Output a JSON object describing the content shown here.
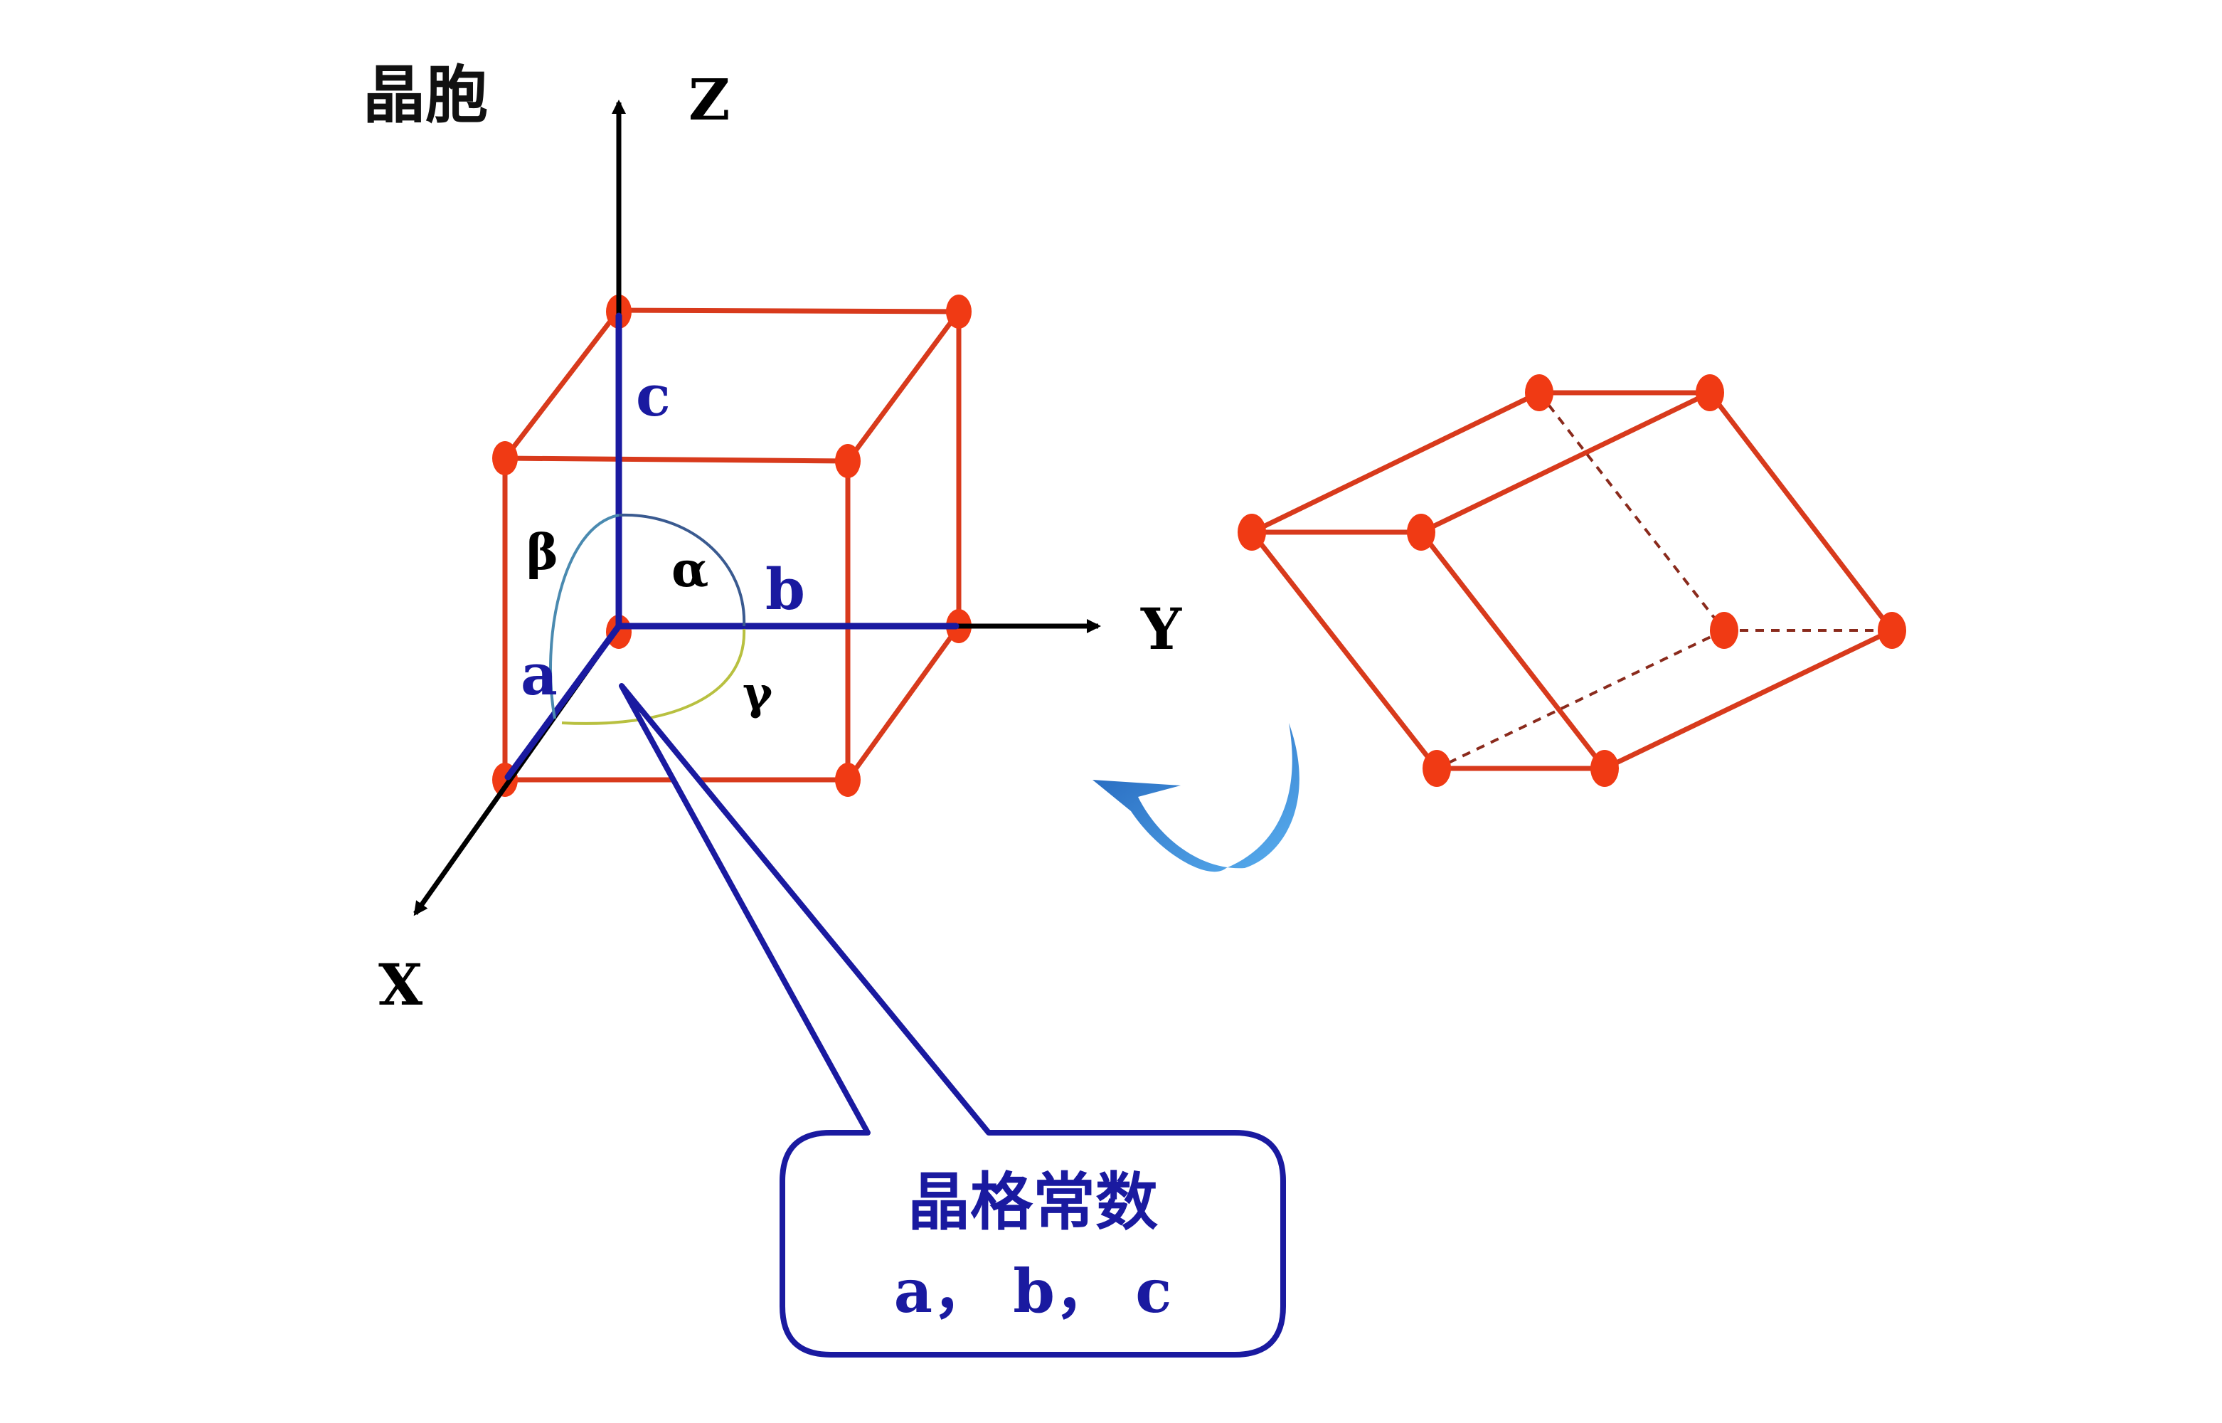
{
  "title": "晶胞",
  "axes": {
    "z": "Z",
    "y": "Y",
    "x": "X"
  },
  "edges": {
    "a": "a",
    "b": "b",
    "c": "c"
  },
  "angles": {
    "alpha": "α",
    "beta": "β",
    "gamma": "γ"
  },
  "callout": {
    "line1": "晶格常数",
    "line2": "a， b， c"
  },
  "colors": {
    "lattice": "#d83a1c",
    "node": "#f03a14",
    "vector": "#1a1aa0",
    "axis": "#000000",
    "arrow": "#3a8fd8"
  }
}
